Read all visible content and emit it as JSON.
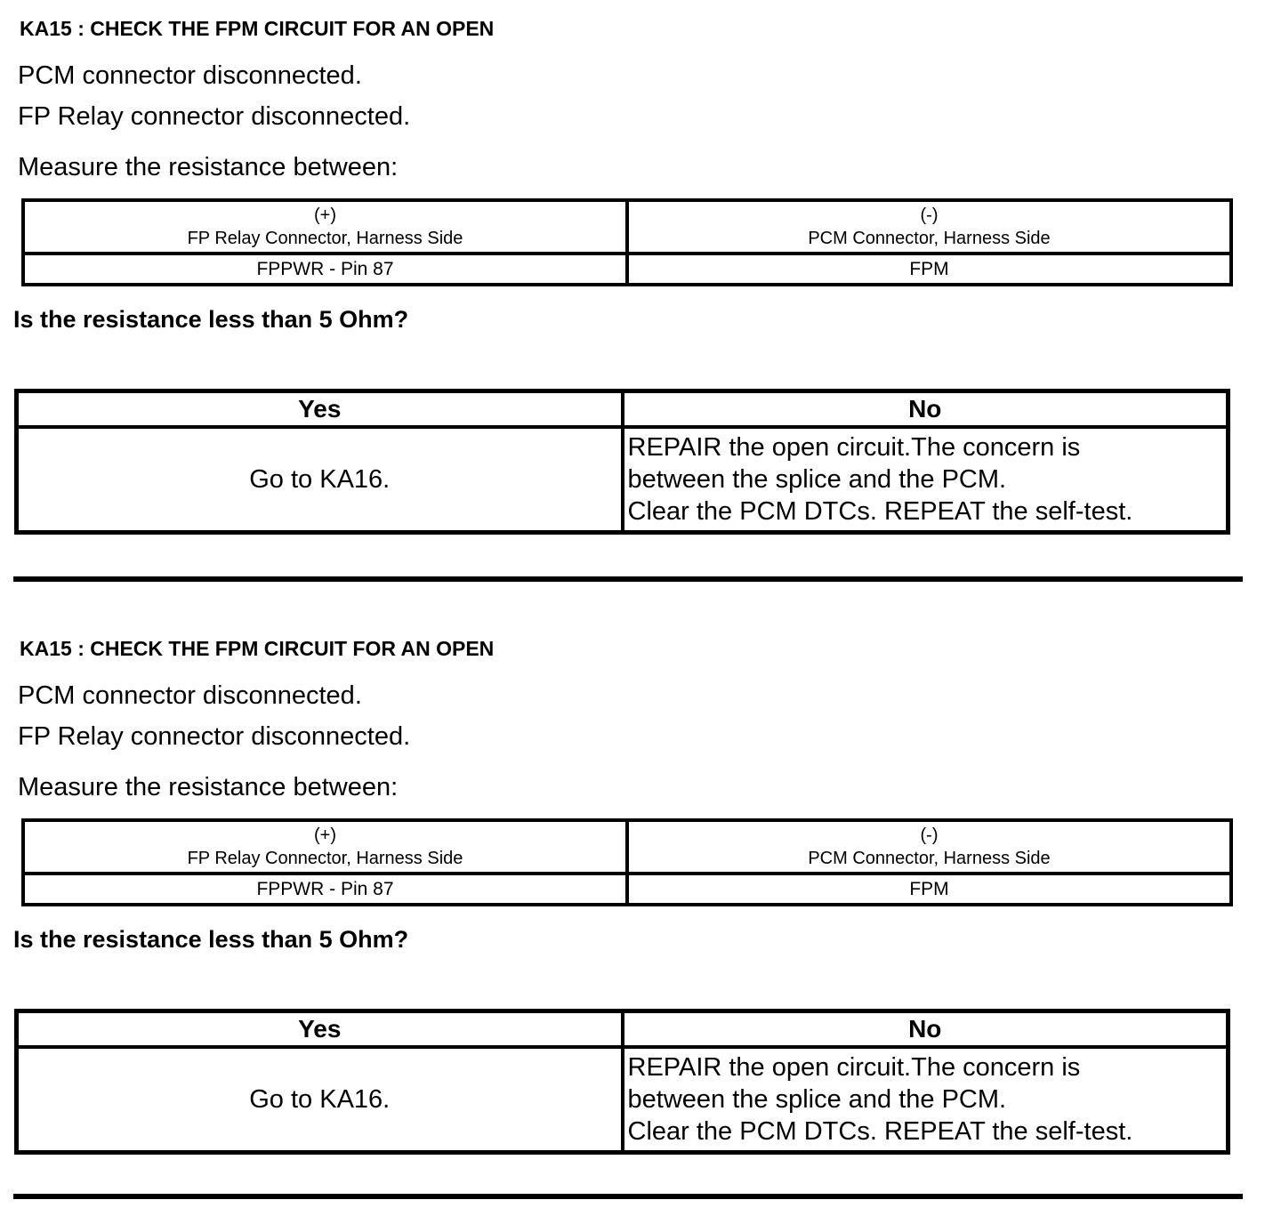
{
  "page": {
    "background": "#ffffff",
    "text_color": "#000000"
  },
  "sections": [
    {
      "heading": "KA15 : CHECK THE FPM CIRCUIT FOR AN OPEN",
      "steps": [
        "PCM connector disconnected.",
        "FP Relay connector disconnected.",
        "Measure the resistance between:"
      ],
      "measure_table": {
        "columns": [
          {
            "sign": "(+)",
            "label": "FP Relay Connector, Harness Side"
          },
          {
            "sign": "(-)",
            "label": "PCM Connector, Harness Side"
          }
        ],
        "row": [
          "FPPWR - Pin 87",
          "FPM"
        ]
      },
      "question": "Is the resistance less than 5 Ohm?",
      "decision": {
        "yes_header": "Yes",
        "no_header": "No",
        "yes_action": "Go to KA16.",
        "no_lines": [
          "REPAIR the open circuit.The concern is",
          "between the splice and the PCM.",
          "Clear the PCM DTCs. REPEAT the self-test."
        ]
      }
    },
    {
      "heading": "KA15 : CHECK THE FPM CIRCUIT FOR AN OPEN",
      "steps": [
        "PCM connector disconnected.",
        "FP Relay connector disconnected.",
        "Measure the resistance between:"
      ],
      "measure_table": {
        "columns": [
          {
            "sign": "(+)",
            "label": "FP Relay Connector, Harness Side"
          },
          {
            "sign": "(-)",
            "label": "PCM Connector, Harness Side"
          }
        ],
        "row": [
          "FPPWR - Pin 87",
          "FPM"
        ]
      },
      "question": "Is the resistance less than 5 Ohm?",
      "decision": {
        "yes_header": "Yes",
        "no_header": "No",
        "yes_action": "Go to KA16.",
        "no_lines": [
          "REPAIR the open circuit.The concern is",
          "between the splice and the PCM.",
          "Clear the PCM DTCs. REPEAT the self-test."
        ]
      }
    }
  ]
}
